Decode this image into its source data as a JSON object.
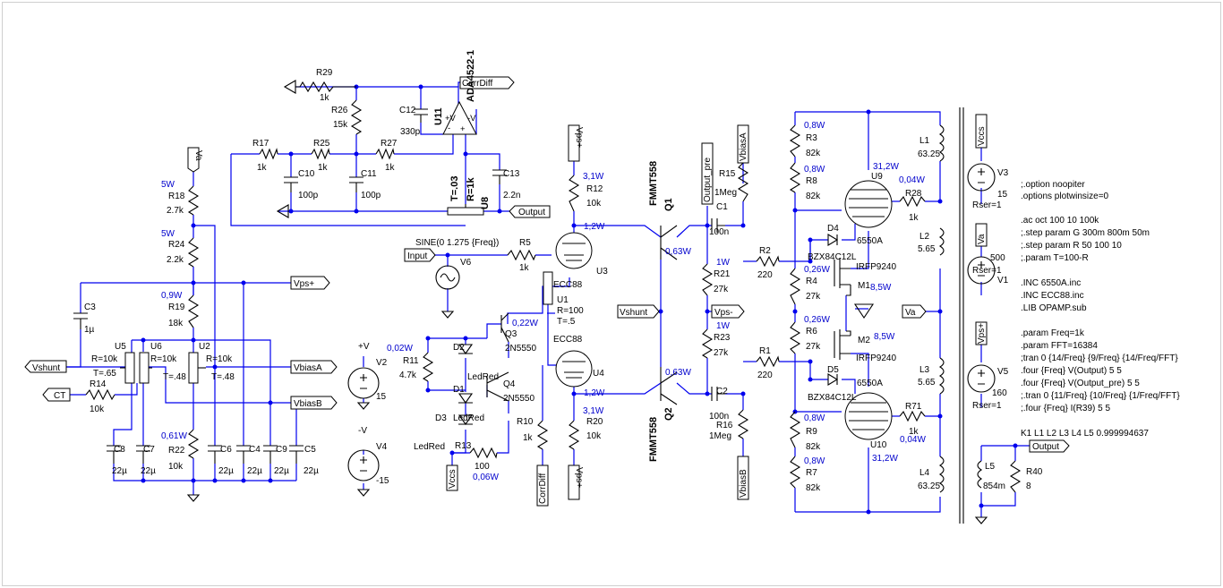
{
  "schematic": {
    "nets": {
      "corrdiff": "CorrDiff",
      "output": "Output",
      "input": "Input",
      "va": "Va",
      "vps_plus": "Vps+",
      "vps_minus": "Vps-",
      "vshunt": "Vshunt",
      "vbiasa": "VbiasA",
      "vbiasb": "VbiasB",
      "ct": "CT",
      "vccs": "Vccs",
      "output_pre": "Output_pre",
      "plus_v": "+V",
      "minus_v": "-V"
    },
    "resistors": [
      {
        "name": "R29",
        "value": "1k"
      },
      {
        "name": "R26",
        "value": "15k"
      },
      {
        "name": "R17",
        "value": "1k"
      },
      {
        "name": "R25",
        "value": "1k"
      },
      {
        "name": "R27",
        "value": "1k"
      },
      {
        "name": "R18",
        "value": "2.7k",
        "power": "5W"
      },
      {
        "name": "R24",
        "value": "2.2k",
        "power": "5W"
      },
      {
        "name": "R19",
        "value": "18k",
        "power": "0,9W"
      },
      {
        "name": "R14",
        "value": "10k"
      },
      {
        "name": "R22",
        "value": "10k",
        "power": "0,61W"
      },
      {
        "name": "R11",
        "value": "4.7k",
        "power": "0,02W"
      },
      {
        "name": "R13",
        "value": "100",
        "power": "0,06W"
      },
      {
        "name": "R5",
        "value": "1k"
      },
      {
        "name": "R10",
        "value": "1k"
      },
      {
        "name": "R12",
        "value": "10k",
        "power": "3,1W"
      },
      {
        "name": "R20",
        "value": "10k",
        "power": "3,1W"
      },
      {
        "name": "R15",
        "value": "1Meg"
      },
      {
        "name": "R16",
        "value": "1Meg"
      },
      {
        "name": "R21",
        "value": "27k",
        "power": "1W"
      },
      {
        "name": "R23",
        "value": "27k",
        "power": "1W"
      },
      {
        "name": "R2",
        "value": "220"
      },
      {
        "name": "R1",
        "value": "220"
      },
      {
        "name": "R3",
        "value": "82k",
        "power": "0,8W"
      },
      {
        "name": "R8",
        "value": "82k",
        "power": "0,8W"
      },
      {
        "name": "R4",
        "value": "27k",
        "power": "0,26W"
      },
      {
        "name": "R6",
        "value": "27k",
        "power": "0,26W"
      },
      {
        "name": "R9",
        "value": "82k",
        "power": "0,8W"
      },
      {
        "name": "R7",
        "value": "82k",
        "power": "0,8W"
      },
      {
        "name": "R28",
        "value": "1k",
        "power": "0,04W"
      },
      {
        "name": "R71",
        "value": "1k",
        "power": "0,04W"
      },
      {
        "name": "R40",
        "value": "8"
      }
    ],
    "capacitors": [
      {
        "name": "C12",
        "value": "330p"
      },
      {
        "name": "C10",
        "value": "100p"
      },
      {
        "name": "C11",
        "value": "100p"
      },
      {
        "name": "C13",
        "value": "2.2n"
      },
      {
        "name": "C3",
        "value": "1µ"
      },
      {
        "name": "C8",
        "value": "22µ"
      },
      {
        "name": "C7",
        "value": "22µ"
      },
      {
        "name": "C6",
        "value": "22µ"
      },
      {
        "name": "C4",
        "value": "22µ"
      },
      {
        "name": "C9",
        "value": "22µ"
      },
      {
        "name": "C5",
        "value": "22µ"
      },
      {
        "name": "C1",
        "value": "100n"
      },
      {
        "name": "C2",
        "value": "100n"
      }
    ],
    "pots": [
      {
        "name": "U5",
        "r": "R=10k",
        "t": "T=.65"
      },
      {
        "name": "U6",
        "r": "R=10k",
        "t": "T=.48"
      },
      {
        "name": "U2",
        "r": "R=10k",
        "t": "T=.48"
      },
      {
        "name": "U1",
        "r": "R=100",
        "t": "T=.5"
      },
      {
        "name": "U8",
        "r": "R=1k",
        "t": "T=.03"
      }
    ],
    "opamp": {
      "name": "U11",
      "model": "ADA4522-1",
      "plus": "+V",
      "minus": "-V"
    },
    "tubes": [
      {
        "name": "U3",
        "model": "ECC88"
      },
      {
        "name": "U4",
        "model": "ECC88"
      },
      {
        "name": "U9",
        "model": "6550A",
        "power": "31,2W"
      },
      {
        "name": "U10",
        "model": "6550A",
        "power": "31,2W"
      }
    ],
    "transistors": [
      {
        "name": "Q1",
        "model": "FMMT558",
        "power": "0,63W"
      },
      {
        "name": "Q2",
        "model": "FMMT558",
        "power": "0,63W"
      },
      {
        "name": "Q3",
        "model": "2N5550",
        "power": "0,22W"
      },
      {
        "name": "Q4",
        "model": "2N5550"
      },
      {
        "name": "M1",
        "model": "IRFP9240",
        "power": "8,5W"
      },
      {
        "name": "M2",
        "model": "IRFP9240",
        "power": "8,5W"
      }
    ],
    "diodes": [
      {
        "name": "D2",
        "model": "LedRed"
      },
      {
        "name": "D1",
        "model": "LedRed"
      },
      {
        "name": "D3",
        "model": "LedRed"
      },
      {
        "name": "D4",
        "model": "BZX84C12L"
      },
      {
        "name": "D5",
        "model": "BZX84C12L"
      }
    ],
    "sources": [
      {
        "name": "V6",
        "value": "SINE(0 1.275 {Freq})"
      },
      {
        "name": "V2",
        "value": "15"
      },
      {
        "name": "V4",
        "value": "-15"
      },
      {
        "name": "V3",
        "value": "15",
        "rser": "Rser=1"
      },
      {
        "name": "V1",
        "value": "500",
        "rser": "Rser=1"
      },
      {
        "name": "V5",
        "value": "160",
        "rser": "Rser=1"
      }
    ],
    "inductors": [
      {
        "name": "L1",
        "value": "63.25"
      },
      {
        "name": "L2",
        "value": "5.65"
      },
      {
        "name": "L3",
        "value": "5.65"
      },
      {
        "name": "L4",
        "value": "63.25"
      },
      {
        "name": "L5",
        "value": "854m"
      }
    ],
    "tube_currents": {
      "u3": "1,2W",
      "u4": "1,2W"
    },
    "directives": [
      ";.option noopiter",
      ".options plotwinsize=0",
      "",
      ".ac oct 100 10 100k",
      ";.step param G 300m 800m 50m",
      ";.step param R 50 100 10",
      ";.param T=100-R",
      "",
      ".INC 6550A.inc",
      ".INC ECC88.inc",
      ".LIB OPAMP.sub",
      "",
      ".param Freq=1k",
      ".param FFT=16384",
      ";tran 0 {14/Freq} {9/Freq} {14/Freq/FFT}",
      ".four {Freq} V(Output) 5 5",
      ".four {Freq} V(Output_pre) 5 5",
      ";.tran 0 {11/Freq} {10/Freq} {1/Freq/FFT}",
      ";.four {Freq} I(R39) 5 5"
    ],
    "coupling": "K1 L1 L2 L3 L4 L5 0.999994637"
  }
}
